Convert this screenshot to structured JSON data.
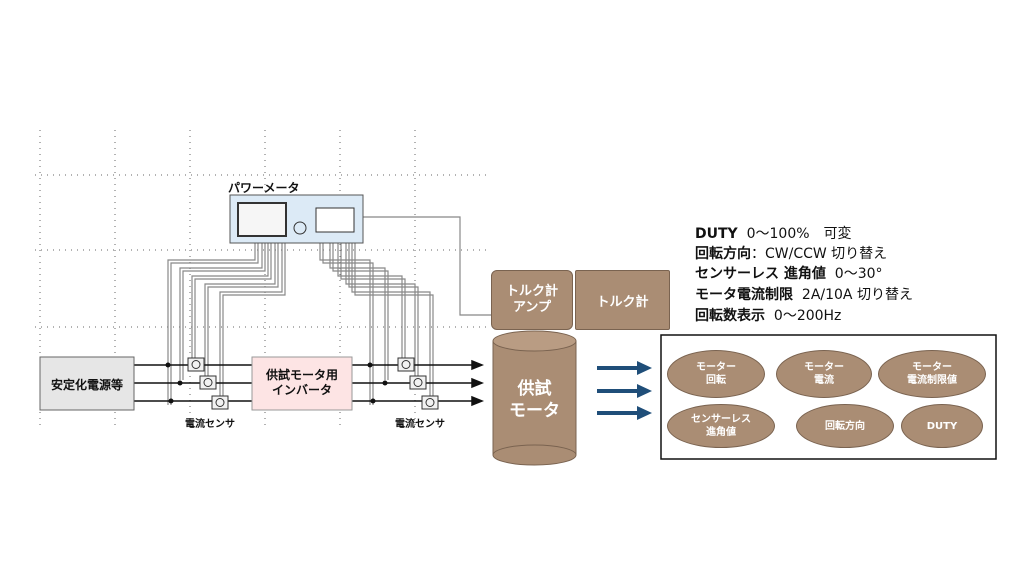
{
  "wiring": {
    "power_meter_label": "パワーメータ",
    "stabilized_supply_label": "安定化電源等",
    "inverter_label": "供試モータ用\nインバータ",
    "current_sensor_left": "電流センサ",
    "current_sensor_right": "電流センサ"
  },
  "torque": {
    "amp_label": "トルク計\nアンプ",
    "meter_label": "トルク計"
  },
  "motor": {
    "label": "供試\nモータ"
  },
  "specs": [
    {
      "name": "DUTY",
      "sep": "  ",
      "value": "0〜100%　可変"
    },
    {
      "name": "回転方向",
      "sep": "：",
      "value": "CW/CCW 切り替え"
    },
    {
      "name": "センサーレス 進角値",
      "sep": "  ",
      "value": "0〜30°"
    },
    {
      "name": "モータ電流制限",
      "sep": "  ",
      "value": "2A/10A 切り替え"
    },
    {
      "name": "回転数表示",
      "sep": "  ",
      "value": "0〜200Hz"
    }
  ],
  "controls": [
    {
      "label": "モーター\n回転"
    },
    {
      "label": "モーター\n電流"
    },
    {
      "label": "モーター\n電流制限値"
    },
    {
      "label": "センサーレス\n進角値"
    },
    {
      "label": "回転方向"
    },
    {
      "label": "DUTY"
    }
  ],
  "colors": {
    "brown": "#aa8d74",
    "meter_fill": "#dceaf6",
    "inverter_fill": "#fde4e4",
    "supply_fill": "#e6e6e6",
    "arrow": "#1f4e79"
  }
}
